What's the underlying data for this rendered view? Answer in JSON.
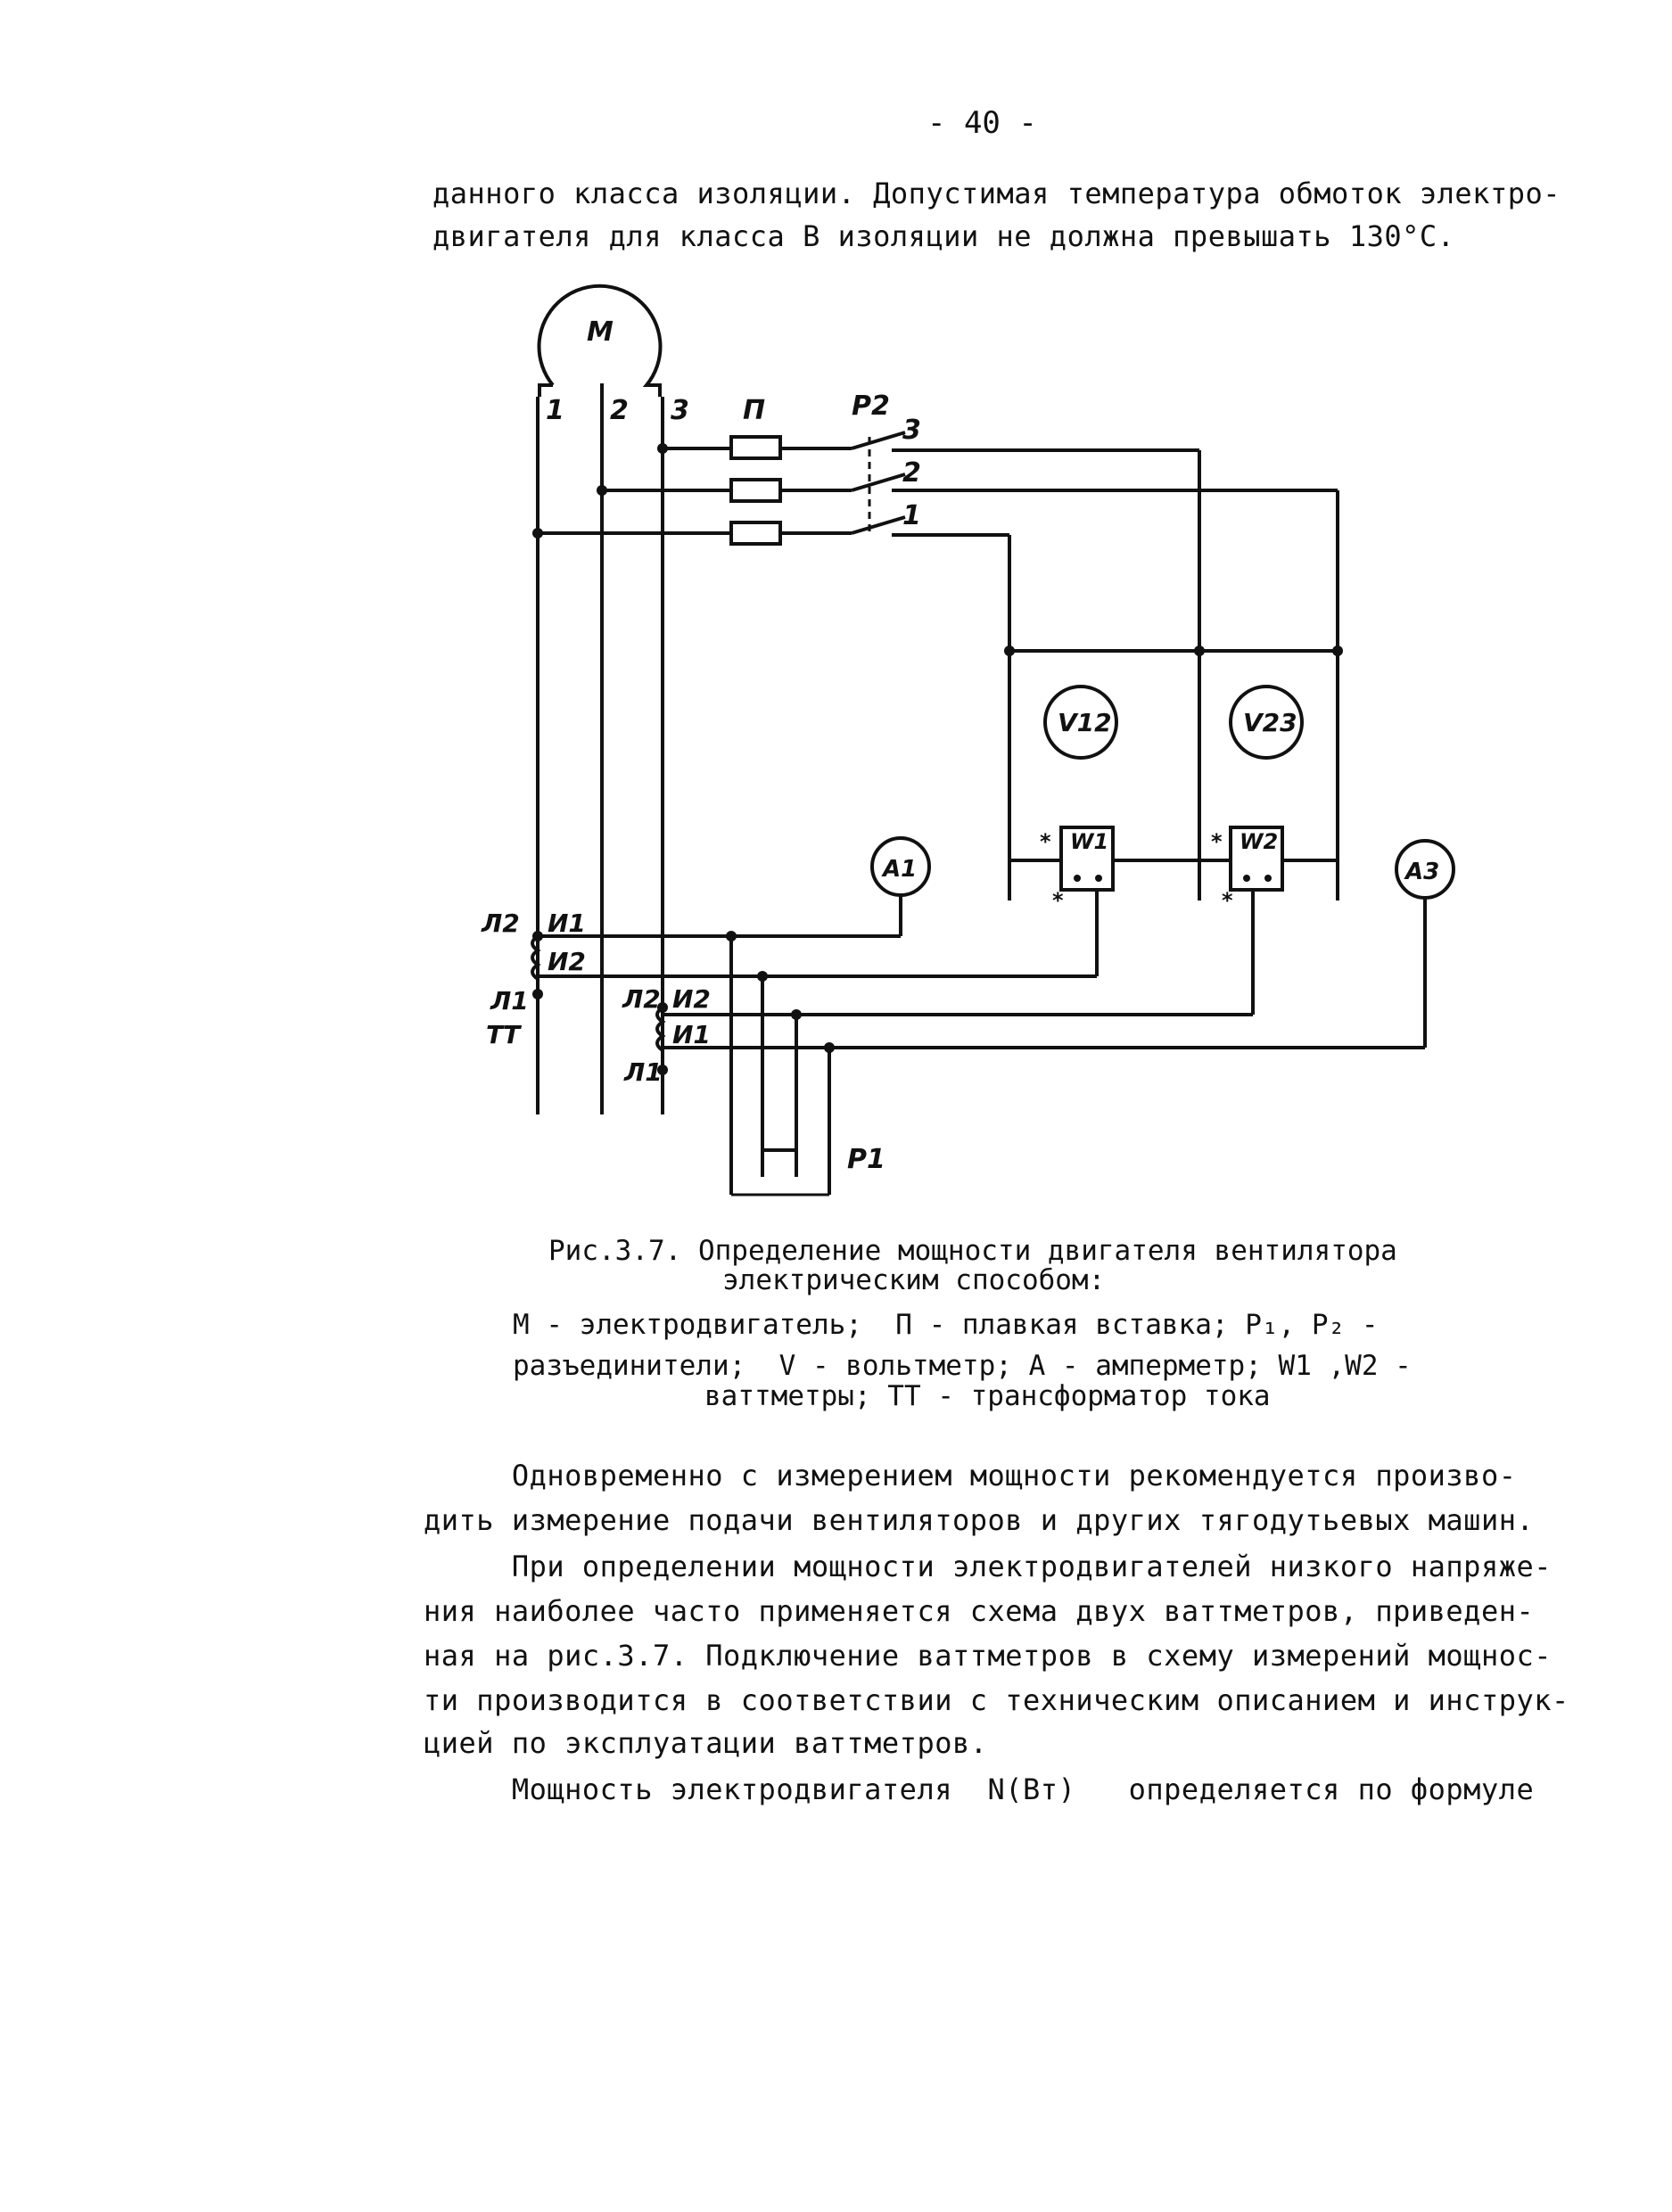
{
  "page_number": "- 40 -",
  "intro_lines": [
    "данного класса изоляции. Допустимая температура обмоток электро-",
    "двигателя для класса В изоляции не должна превышать 130°С."
  ],
  "diagram": {
    "motor": "М",
    "motor_terminals": [
      "1",
      "2",
      "3"
    ],
    "fuse": "П",
    "switch_p2": "Р2",
    "switch_contacts": [
      "3",
      "2",
      "1"
    ],
    "voltmeters": [
      "V12",
      "V23"
    ],
    "wattmeters": [
      "W1",
      "W2"
    ],
    "ammeters": [
      "A1",
      "A3"
    ],
    "star": "*",
    "ct1": {
      "p2": "Л2",
      "n1": "И1",
      "n2": "И2",
      "p1": "Л1",
      "tt": "ТТ"
    },
    "ct2": {
      "p2": "Л2",
      "n2": "И2",
      "n1": "И1",
      "p1": "Л1"
    },
    "switch_p1": "Р1"
  },
  "figure_caption": {
    "title_lines": [
      "Рис.3.7. Определение мощности двигателя вентилятора",
      "электрическим способом:"
    ],
    "legend_lines": [
      "М - электродвигатель;  П - плавкая вставка; Р₁, Р₂ -",
      "разъединители;  V - вольтметр; А - амперметр; W1 ,W2 -",
      "ваттметры; ТТ - трансформатор тока"
    ]
  },
  "body_lines": [
    "     Одновременно с измерением мощности рекомендуется произво-",
    "дить измерение подачи вентиляторов и других тягодутьевых машин.",
    "     При определении мощности электродвигателей низкого напряже-",
    "ния наиболее часто применяется схема двух ваттметров, приведен-",
    "ная на рис.3.7. Подключение ваттметров в схему измерений мощнос-",
    "ти производится в соответствии с техническим описанием и инструк-",
    "цией по эксплуатации ваттметров.",
    "     Мощность электродвигателя  N(Вт)   определяется по формуле"
  ]
}
